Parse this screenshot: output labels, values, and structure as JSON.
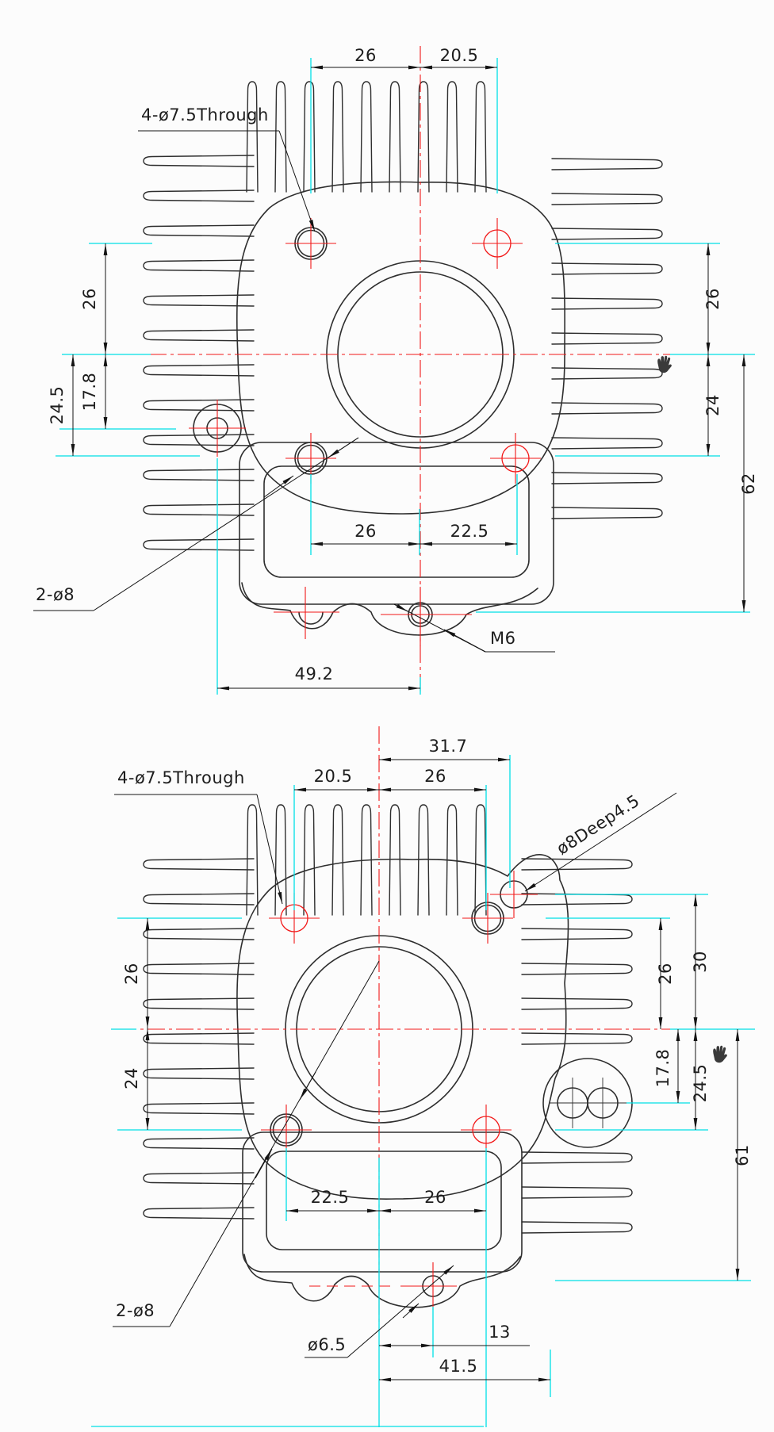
{
  "drawing": {
    "title": "cylinder-head-two-view-cad-drawing",
    "colors": {
      "outline": "#2e2e2e",
      "dimension": "#141414",
      "centerline_red": "#f21818",
      "extension_cyan": "#00dfe6",
      "hand_cursor": "#3a3a3a",
      "background": "#fcfcfc"
    },
    "top_view": {
      "callouts": {
        "bolt_holes": "4-ø7.5Through",
        "dowel_holes": "2-ø8",
        "thread": "M6"
      },
      "dims": {
        "top_left": "26",
        "top_right": "20.5",
        "left_upper": "26",
        "left_inner_lower": "17.8",
        "left_outer_lower": "24.5",
        "right_upper": "26",
        "right_lower": "24",
        "right_total": "62",
        "mid_left": "26",
        "mid_right": "22.5",
        "bottom_offset": "49.2"
      }
    },
    "bottom_view": {
      "callouts": {
        "bolt_holes": "4-ø7.5Through",
        "counterbore": "ø8Deep4.5",
        "dowel_holes": "2-ø8",
        "drain": "ø6.5"
      },
      "dims": {
        "top_total": "31.7",
        "top_left": "20.5",
        "top_right": "26",
        "left_upper": "26",
        "left_lower": "24",
        "right_upper": "26",
        "right_upper_total": "30",
        "right_lower_inner": "17.8",
        "right_lower_outer": "24.5",
        "right_total": "61",
        "mid_left": "22.5",
        "mid_right": "26",
        "bottom_inner": "13",
        "bottom_total": "41.5"
      }
    }
  }
}
